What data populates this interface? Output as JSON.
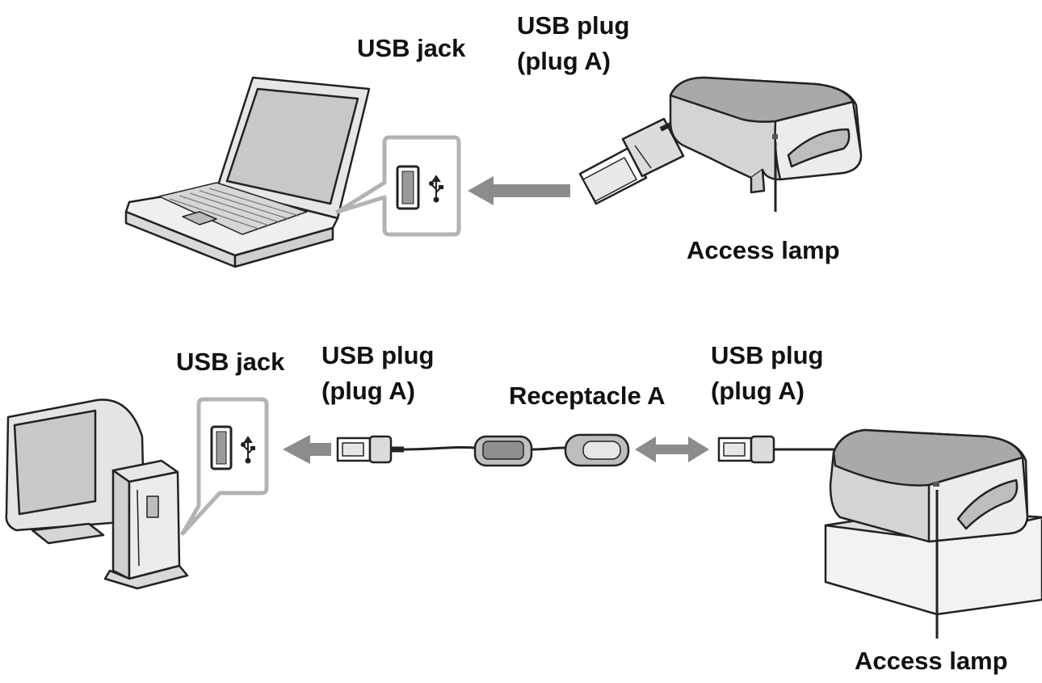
{
  "colors": {
    "line": "#222222",
    "device_fill": "#d4d4d4",
    "device_top": "#a9a9a9",
    "arrow": "#8c8c8c",
    "screen": "#c8c8c8",
    "callout_border": "#b3b3b3"
  },
  "top": {
    "jack_label": "USB jack",
    "plug_label_line1": "USB plug",
    "plug_label_line2": "(plug A)",
    "lamp_label": "Access lamp",
    "computer_icon": "laptop-icon",
    "jack_icon": "usb-symbol-icon",
    "device_icon": "card-reader-icon"
  },
  "bottom": {
    "jack_label": "USB jack",
    "plug1_label_line1": "USB plug",
    "plug1_label_line2": "(plug A)",
    "receptacle_label": "Receptacle A",
    "plug2_label_line1": "USB plug",
    "plug2_label_line2": "(plug A)",
    "lamp_label": "Access lamp",
    "computer_icon": "desktop-computer-icon",
    "jack_icon": "usb-symbol-icon",
    "cable_icon": "usb-extension-cable-icon",
    "device_icon": "card-reader-with-cradle-icon"
  }
}
